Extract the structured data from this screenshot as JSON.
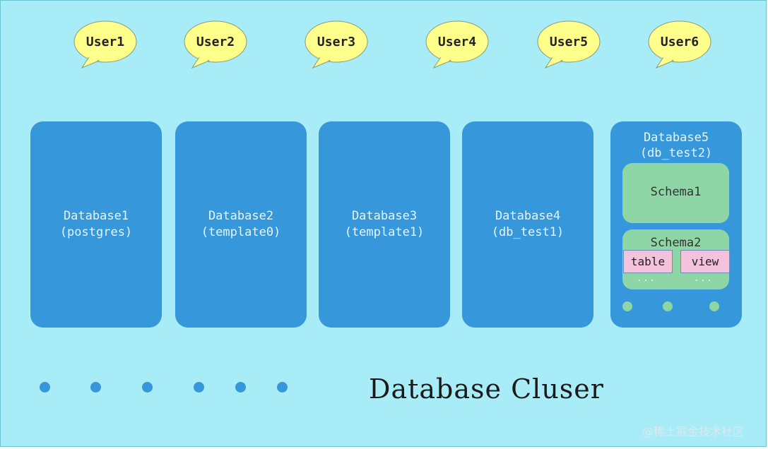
{
  "users": [
    "User1",
    "User2",
    "User3",
    "User4",
    "User5",
    "User6"
  ],
  "databases": [
    {
      "name": "Database1",
      "sub": "(postgres)"
    },
    {
      "name": "Database2",
      "sub": "(template0)"
    },
    {
      "name": "Database3",
      "sub": "(template1)"
    },
    {
      "name": "Database4",
      "sub": "(db_test1)"
    },
    {
      "name": "Database5",
      "sub": "(db_test2)"
    }
  ],
  "schemas": {
    "schema1": "Schema1",
    "schema2": "Schema2",
    "table": "table",
    "view": "view",
    "ellipsis": "..."
  },
  "cluster_title": "Database Cluser",
  "watermark": "@稀土掘金技术社区",
  "colors": {
    "background": "#a8ecf8",
    "database": "#3698da",
    "schema": "#8ed6a5",
    "object": "#f4c2dd",
    "bubble": "#ffff8c"
  }
}
